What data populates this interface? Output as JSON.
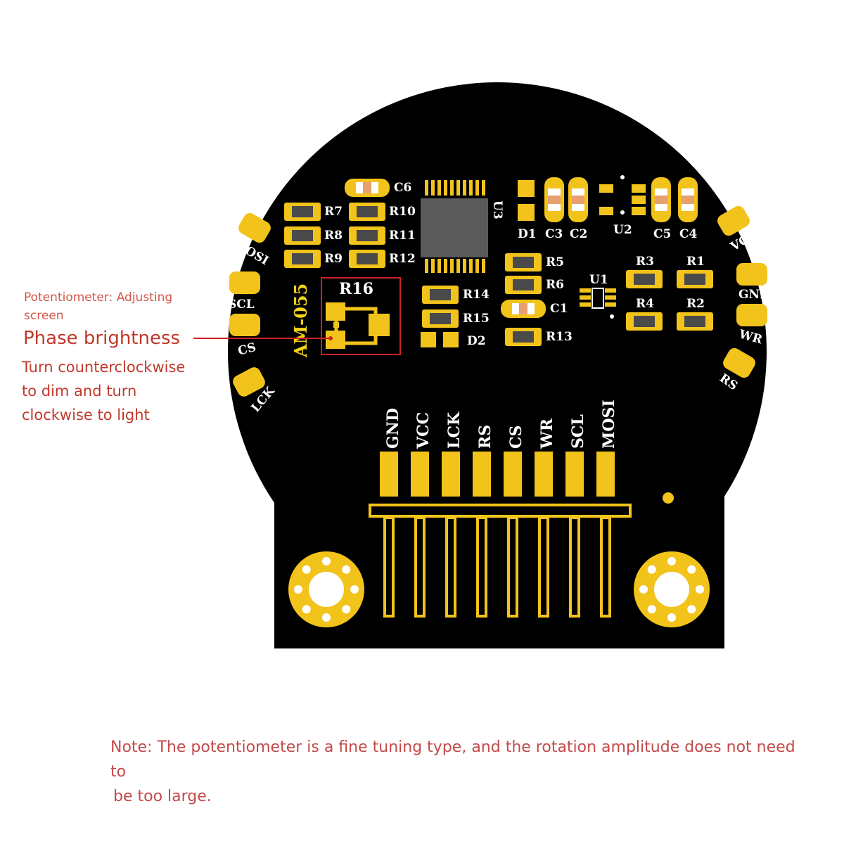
{
  "colors": {
    "board": "#000000",
    "gold": "#f2c31a",
    "silkscreen": "#f2d21a",
    "chip": "#5a5a5a",
    "annotation": "#c0392b"
  },
  "board": {
    "model": "AM-055",
    "header_pins": [
      "GND",
      "VCC",
      "LCK",
      "RS",
      "CS",
      "WR",
      "SCL",
      "MOSI"
    ],
    "left_pads": [
      "MOSI",
      "SCL",
      "CS",
      "LCK"
    ],
    "right_pads": [
      "VCC",
      "GND",
      "WR",
      "RS"
    ],
    "components": {
      "r16": "R16",
      "r7": "R7",
      "r8": "R8",
      "r9": "R9",
      "r10": "R10",
      "r11": "R11",
      "r12": "R12",
      "r14": "R14",
      "r15": "R15",
      "d2": "D2",
      "c6": "C6",
      "u3": "U3",
      "r5": "R5",
      "r6": "R6",
      "c1": "C1",
      "r13": "R13",
      "d1": "D1",
      "c3": "C3",
      "c2": "C2",
      "u2": "U2",
      "c5": "C5",
      "c4": "C4",
      "u1": "U1",
      "r3": "R3",
      "r1": "R1",
      "r4": "R4",
      "r2": "R2"
    }
  },
  "annotation": {
    "subtitle": "Potentiometer: Adjusting screen",
    "title": "Phase brightness",
    "description": "Turn counterclockwise to dim and turn clockwise to light"
  },
  "note": {
    "line1": "Note: The potentiometer is a fine tuning type, and the rotation amplitude does not need to",
    "line2": "be too large."
  }
}
